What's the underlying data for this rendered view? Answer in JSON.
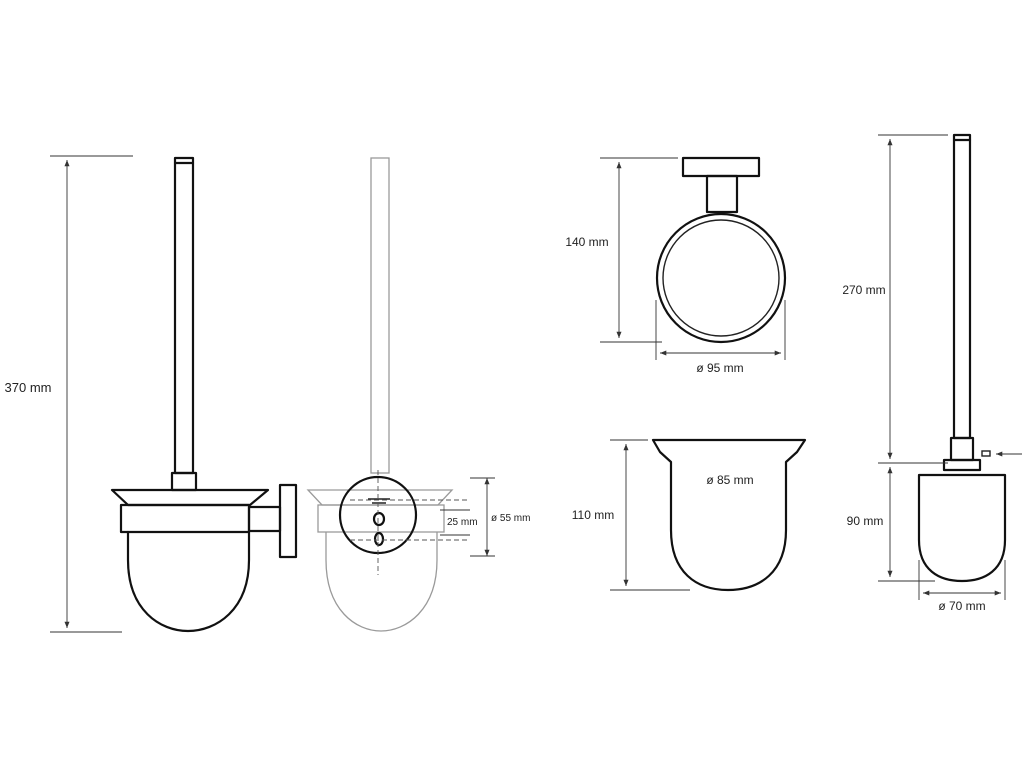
{
  "dimensions": {
    "overall_height": "370 mm",
    "mount_offset": "25 mm",
    "mount_diameter": "ø 55 mm",
    "ring_height": "140 mm",
    "ring_diameter": "ø 95 mm",
    "cup_height": "110 mm",
    "cup_diameter": "ø 85 mm",
    "handle_length": "270 mm",
    "brush_head_height": "90 mm",
    "brush_head_diameter": "ø 70 mm"
  },
  "colors": {
    "line": "#111111",
    "ghost_line": "#9a9a9a",
    "background": "#ffffff"
  }
}
